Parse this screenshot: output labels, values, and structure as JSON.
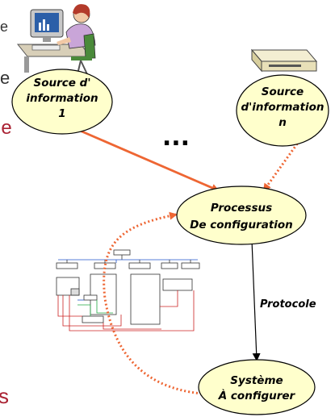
{
  "colors": {
    "node_fill": "#ffffcc",
    "solid_arrow": "#ee6633",
    "dotted_arrow": "#ee6633",
    "fragment_text": "#aa2233",
    "dark_fragment_text": "#333333"
  },
  "nodes": {
    "source1": {
      "lines": [
        "Source d'",
        "information",
        "1"
      ]
    },
    "sourceN": {
      "lines": [
        "Source",
        "d'information",
        "n"
      ]
    },
    "processus": {
      "lines": [
        "Processus",
        "De configuration"
      ]
    },
    "systeme": {
      "lines": [
        "Système",
        "À configurer"
      ]
    }
  },
  "ellipsis": "...",
  "edges": {
    "protocole_label": "Protocole"
  },
  "edge_fragments": {
    "top": "e",
    "second": "e",
    "third": "le",
    "bottom": "s"
  },
  "icons": {
    "person": "person-at-computer-icon",
    "drive": "disk-drive-icon",
    "system": "system-block-diagram-icon"
  }
}
